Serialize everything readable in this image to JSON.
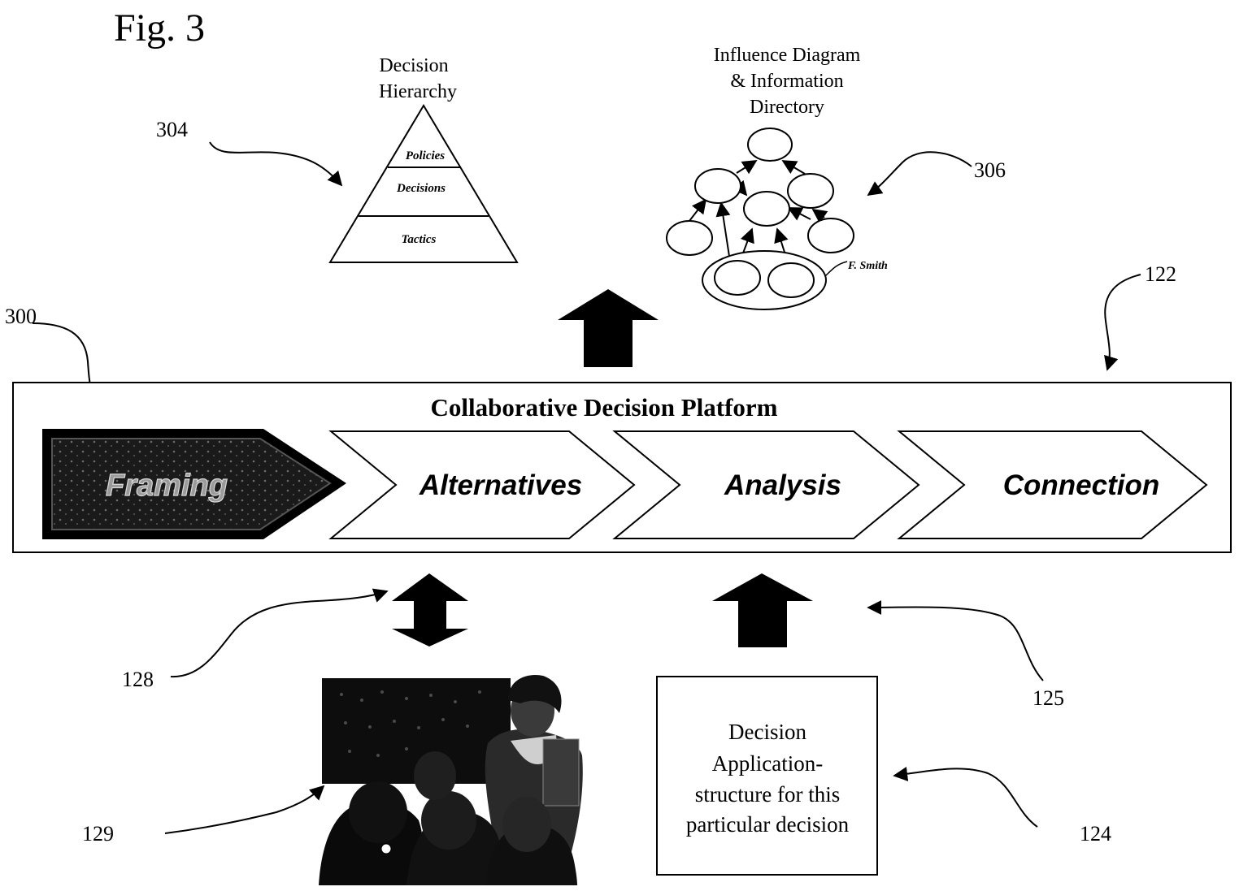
{
  "figure_label": "Fig. 3",
  "platform": {
    "title": "Collaborative Decision Platform",
    "stages": [
      "Framing",
      "Alternatives",
      "Analysis",
      "Connection"
    ]
  },
  "hierarchy": {
    "title_line1": "Decision",
    "title_line2": "Hierarchy",
    "levels": [
      "Policies",
      "Decisions",
      "Tactics"
    ]
  },
  "influence": {
    "title_line1": "Influence Diagram",
    "title_line2": "& Information",
    "title_line3": "Directory",
    "owner_label": "F. Smith"
  },
  "application_box": {
    "lines": [
      "Decision",
      "Application-",
      "structure for this",
      "particular decision"
    ]
  },
  "refs": {
    "r300": "300",
    "r304": "304",
    "r306": "306",
    "r122": "122",
    "r128": "128",
    "r125": "125",
    "r129": "129",
    "r124": "124"
  },
  "colors": {
    "ink": "#000000",
    "framing_fill": "#1a1a1a",
    "framing_text": "#9a9a9a"
  }
}
